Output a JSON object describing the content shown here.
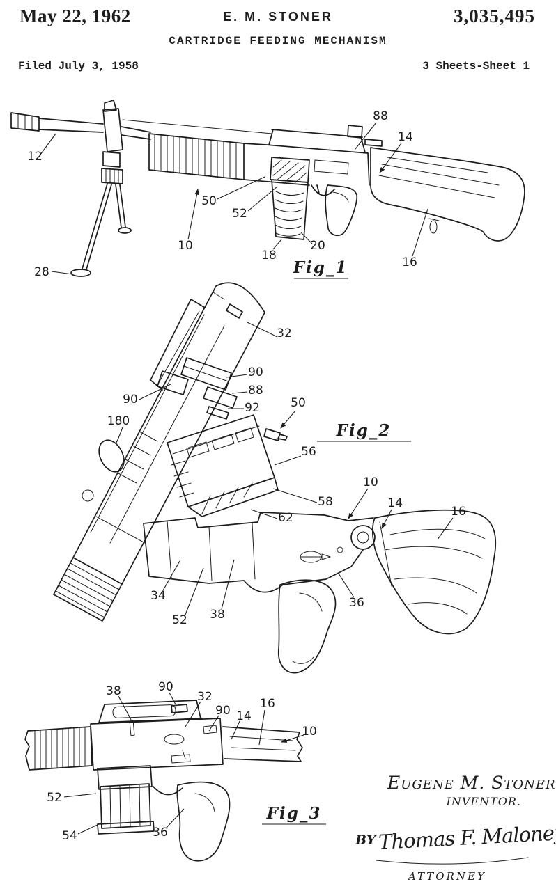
{
  "page": {
    "background": "#ffffff",
    "ink": "#1d1d1d"
  },
  "header": {
    "date": "May 22, 1962",
    "inventor_name": "E. M. STONER",
    "patent_number": "3,035,495",
    "invention_title": "CARTRIDGE FEEDING MECHANISM",
    "filed_line": "Filed July 3, 1958",
    "sheet_line": "3 Sheets-Sheet 1"
  },
  "figures": {
    "fig1": {
      "label": "Fig_1",
      "refs": [
        "12",
        "88",
        "14",
        "50",
        "52",
        "10",
        "18",
        "20",
        "16",
        "28"
      ]
    },
    "fig2": {
      "label": "Fig_2",
      "refs": [
        "32",
        "90",
        "88",
        "92",
        "90",
        "180",
        "50",
        "56",
        "10",
        "14",
        "16",
        "58",
        "62",
        "34",
        "52",
        "38",
        "36"
      ]
    },
    "fig3": {
      "label": "Fig_3",
      "refs": [
        "38",
        "90",
        "32",
        "90",
        "14",
        "16",
        "10",
        "52",
        "54",
        "36"
      ]
    }
  },
  "signature": {
    "inventor_display_name": "Eugene M. Stoner",
    "inventor_caption": "INVENTOR.",
    "by_label": "BY",
    "attorney_signature": "Thomas F. Maloney",
    "attorney_caption": "ATTORNEY"
  }
}
